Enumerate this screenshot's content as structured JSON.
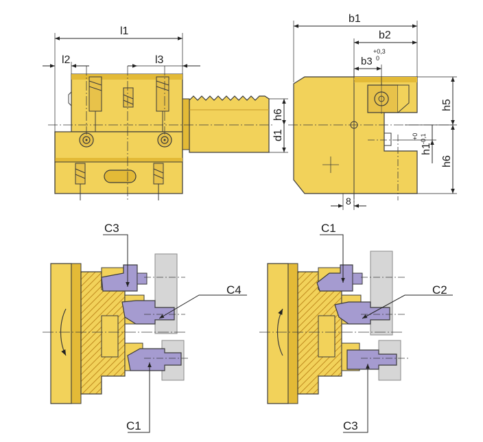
{
  "colors": {
    "body": "#f2d25a",
    "body_dark": "#e3ba37",
    "outline": "#3a3a3a",
    "insert": "#a59bd0",
    "insert_dark": "#7f74b3",
    "workpiece": "#d6d6d6",
    "hatch": "#c59a2a"
  },
  "dimensions": {
    "l1": "l1",
    "l2": "l2",
    "l3": "l3",
    "b1": "b1",
    "b2": "b2",
    "b3": "b3",
    "b3_tol_upper": "+0,3",
    "b3_tol_lower": "0",
    "h5": "h5",
    "h6_left": "h6",
    "d1": "d1",
    "h1": "h1",
    "h1_tol_upper": "+0",
    "h1_tol_lower": "-0,1",
    "h6_right": "h6",
    "eight": "8"
  },
  "callouts": {
    "left_c3": "C3",
    "left_c4": "C4",
    "left_c1": "C1",
    "right_c1": "C1",
    "right_c2": "C2",
    "right_c3": "C3"
  }
}
